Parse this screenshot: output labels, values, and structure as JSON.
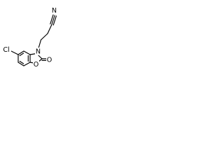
{
  "atoms": {
    "n_nitrile": "N",
    "n_ring": "N",
    "cl_label": "Cl",
    "o_ring": "O",
    "o_carbonyl": "O"
  },
  "colors": {
    "bond": "#000000",
    "background": "#ffffff",
    "text": "#000000"
  }
}
